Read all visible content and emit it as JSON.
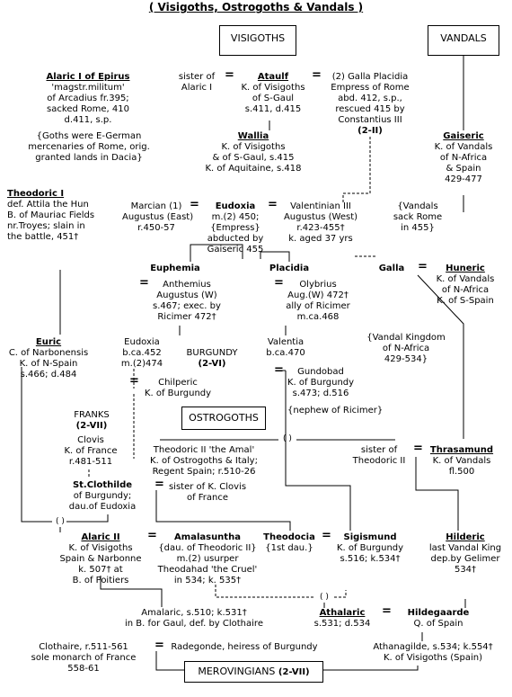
{
  "title": "( Visigoths, Ostrogoths & Vandals )",
  "boxes": {
    "visigoths": "VISIGOTHS",
    "vandals": "VANDALS",
    "ostrogoths": "OSTROGOTHS",
    "merovingians": "MEROVINGIANS",
    "merovingians_ref": "(2-VII)"
  },
  "p": {
    "alaric1": [
      "Alaric I of Epirus",
      "'magstr.militum'",
      "of Arcadius fr.395;",
      "sacked Rome, 410",
      "d.411, s.p."
    ],
    "goths_note": [
      "{Goths were E-German",
      "mercenaries of Rome, orig.",
      "granted lands in Dacia}"
    ],
    "sister_alaric": [
      "sister of",
      "Alaric I"
    ],
    "ataulf": [
      "Ataulf",
      "K. of Visigoths",
      "of S-Gaul",
      "s.411, d.415"
    ],
    "galla_placidia": [
      "(2) Galla Placidia",
      "Empress of Rome",
      "abd. 412, s.p.,",
      "rescued 415 by",
      "Constantius III",
      "(2-II)"
    ],
    "gaiseric": [
      "Gaiseric",
      "K. of Vandals",
      "of N-Africa",
      "& Spain",
      "429-477"
    ],
    "wallia": [
      "Wallia",
      "K. of Visigoths",
      "& of S-Gaul, s.415",
      "K. of Aquitaine, s.418"
    ],
    "theodoric1": [
      "Theodoric I",
      "def. Attila the Hun",
      "B. of Mauriac Fields",
      "nr.Troyes; slain in",
      "the battle, 451†"
    ],
    "marcian": [
      "Marcian (1)",
      "Augustus (East)",
      "r.450-57"
    ],
    "eudoxia": [
      "Eudoxia",
      "m.(2) 450;",
      "{Empress}",
      "abducted by",
      "Gaiseric 455"
    ],
    "valentinian": [
      "Valentinian III",
      "Augustus (West)",
      "r.423-455†",
      "k. aged 37 yrs"
    ],
    "vandals_sack": [
      "{Vandals",
      "sack Rome",
      "in 455}"
    ],
    "euphemia": [
      "Euphemia"
    ],
    "placidia": [
      "Placidia"
    ],
    "galla": [
      "Galla"
    ],
    "huneric": [
      "Huneric",
      "K. of Vandals",
      "of N-Africa",
      "K. of S-Spain"
    ],
    "anthemius": [
      "Anthemius",
      "Augustus (W)",
      "s.467; exec. by",
      "Ricimer 472†"
    ],
    "olybrius": [
      "Olybrius",
      "Aug.(W) 472†",
      "ally of Ricimer",
      "m.ca.468"
    ],
    "vandal_kingdom": [
      "{Vandal Kingdom",
      "of N-Africa",
      "429-534}"
    ],
    "euric": [
      "Euric",
      "C. of Narbonensis",
      "K. of N-Spain",
      "s.466; d.484"
    ],
    "eudoxia2": [
      "Eudoxia",
      "b.ca.452",
      "m.(2)474"
    ],
    "burgundy": [
      "BURGUNDY",
      "(2-VI)"
    ],
    "valentia": [
      "Valentia",
      "b.ca.470"
    ],
    "gundobad": [
      "Gundobad",
      "K. of Burgundy",
      "s.473; d.516"
    ],
    "chilperic": [
      "Chilperic",
      "K. of Burgundy"
    ],
    "nephew": [
      "{nephew of Ricimer}"
    ],
    "franks": [
      "FRANKS",
      "(2-VII)"
    ],
    "clovis": [
      "Clovis",
      "K. of France",
      "r.481-511"
    ],
    "theodoric2": [
      "Theodoric II 'the Amal'",
      "K. of Ostrogoths & Italy;",
      "Regent Spain; r.510-26"
    ],
    "sister_theo": [
      "sister of",
      "Theodoric II"
    ],
    "thrasamund": [
      "Thrasamund",
      "K. of Vandals",
      "fl.500"
    ],
    "clothilde": [
      "St.Clothilde",
      "of Burgundy;",
      "dau.of Eudoxia"
    ],
    "sister_clovis": [
      "sister of K. Clovis",
      "of France"
    ],
    "alaric2": [
      "Alaric II",
      "K. of Visigoths",
      "Spain & Narbonne",
      "k. 507† at",
      "B. of Poitiers"
    ],
    "amalasuntha": [
      "Amalasuntha",
      "{dau. of Theodoric II}",
      "m.(2) usurper",
      "Theodahad 'the Cruel'",
      "in 534; k. 535†"
    ],
    "theodocia": [
      "Theodocia",
      "{1st dau.}"
    ],
    "sigismund": [
      "Sigismund",
      "K. of Burgundy",
      "s.516; k.534†"
    ],
    "hilderic": [
      "Hilderic",
      "last Vandal King",
      "dep.by Gelimer",
      "534†"
    ],
    "amalaric": [
      "Amalaric, s.510; k.531†",
      "in B. for Gaul, def. by Clothaire"
    ],
    "athalaric": [
      "Athalaric",
      "s.531; d.534"
    ],
    "hildegaarde": [
      "Hildegaarde",
      "Q. of Spain"
    ],
    "clothaire": [
      "Clothaire, r.511-561",
      "sole monarch of France",
      "558-61"
    ],
    "radegonde": [
      "Radegonde, heiress of Burgundy"
    ],
    "athanagilde": [
      "Athanagilde, s.534; k.554†",
      "K. of Visigoths (Spain)"
    ]
  },
  "eq": "=",
  "junction": "( )"
}
